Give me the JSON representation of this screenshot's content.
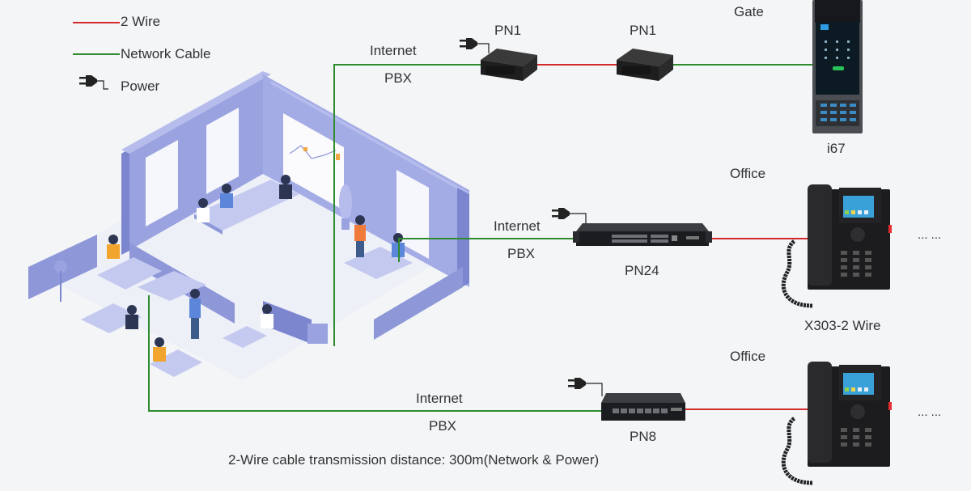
{
  "legend": {
    "items": [
      {
        "label": "2 Wire",
        "type": "line",
        "color": "#d42a2a"
      },
      {
        "label": "Network Cable",
        "type": "line",
        "color": "#2e8b2e"
      },
      {
        "label": "Power",
        "type": "plug-icon",
        "color": "#222222"
      }
    ]
  },
  "colors": {
    "two_wire": "#d42a2a",
    "network_cable": "#2e8b2e",
    "background": "#f3f5f7",
    "office_illustration": "#8e97d8"
  },
  "branches": {
    "gate": {
      "link_top": "Internet",
      "link_bottom": "PBX",
      "adapters": [
        "PN1",
        "PN1"
      ],
      "destination": "Gate",
      "device": "i67"
    },
    "office1": {
      "link_top": "Internet",
      "link_bottom": "PBX",
      "switch": "PN24",
      "destination": "Office",
      "device": "X303-2 Wire",
      "more": "... ..."
    },
    "office2": {
      "link_top": "Internet",
      "link_bottom": "PBX",
      "switch": "PN8",
      "destination": "Office",
      "more": "... ..."
    }
  },
  "footer": {
    "note": "2-Wire cable transmission distance: 300m(Network & Power)"
  }
}
